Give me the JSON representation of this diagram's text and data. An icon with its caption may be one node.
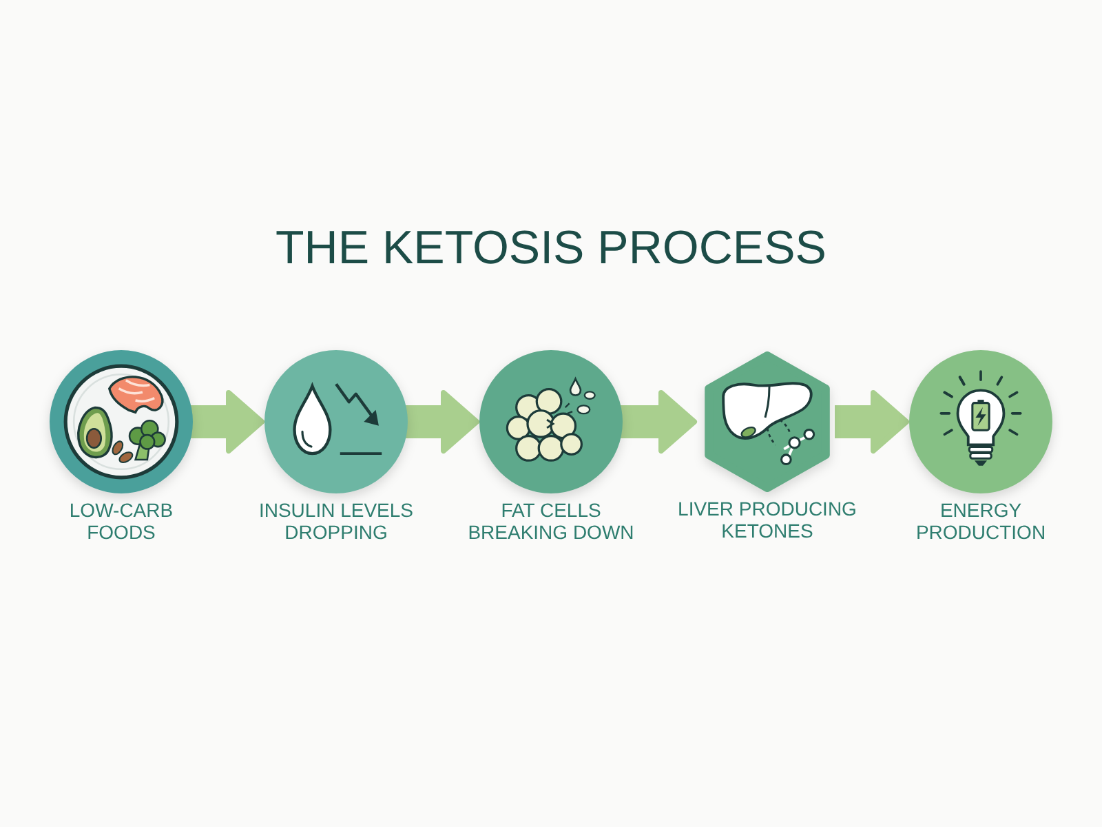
{
  "diagram": {
    "title": "THE KETOSIS PROCESS",
    "nodes": [
      {
        "text": [
          "LOW-CARB FOODS"
        ]
      },
      {
        "text": [
          "INSULIN LEVELS DROPPING"
        ]
      },
      {
        "text": [
          "FAT CELLS BREAKING DOWN"
        ]
      },
      {
        "text": [
          "LIVER PRODUCING KETONES"
        ]
      },
      {
        "text": [
          "ENERGY PRODUCTION"
        ]
      }
    ],
    "edges": [
      {
        "from": 0,
        "to": 1,
        "arrow": "to"
      },
      {
        "from": 1,
        "to": 2,
        "arrow": "to"
      },
      {
        "from": 2,
        "to": 3,
        "arrow": "to"
      },
      {
        "from": 3,
        "to": 4,
        "arrow": "to"
      }
    ]
  }
}
